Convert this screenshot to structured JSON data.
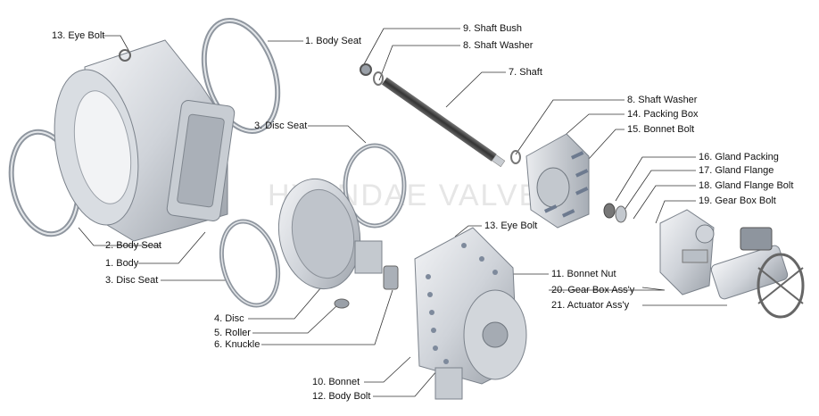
{
  "watermark": "HYUNDAE VALVE",
  "labels": [
    {
      "id": "l13a",
      "text": "13. Eye Bolt"
    },
    {
      "id": "l1a",
      "text": "1. Body Seat"
    },
    {
      "id": "l9",
      "text": "9. Shaft Bush"
    },
    {
      "id": "l8a",
      "text": "8. Shaft Washer"
    },
    {
      "id": "l7",
      "text": "7. Shaft"
    },
    {
      "id": "l8b",
      "text": "8. Shaft Washer"
    },
    {
      "id": "l14",
      "text": "14. Packing Box"
    },
    {
      "id": "l15",
      "text": "15. Bonnet Bolt"
    },
    {
      "id": "l3a",
      "text": "3. Disc Seat"
    },
    {
      "id": "l16",
      "text": "16. Gland Packing"
    },
    {
      "id": "l17",
      "text": "17. Gland Flange"
    },
    {
      "id": "l18",
      "text": "18. Gland Flange Bolt"
    },
    {
      "id": "l19",
      "text": "19. Gear Box Bolt"
    },
    {
      "id": "l13b",
      "text": "13. Eye Bolt"
    },
    {
      "id": "l2",
      "text": "2. Body Seat"
    },
    {
      "id": "l1b",
      "text": "1. Body"
    },
    {
      "id": "l3b",
      "text": "3. Disc Seat"
    },
    {
      "id": "l11",
      "text": "11. Bonnet Nut"
    },
    {
      "id": "l20",
      "text": "20. Gear Box Ass'y"
    },
    {
      "id": "l21",
      "text": "21. Actuator Ass'y"
    },
    {
      "id": "l4",
      "text": "4. Disc"
    },
    {
      "id": "l5",
      "text": "5. Roller"
    },
    {
      "id": "l6",
      "text": "6. Knuckle"
    },
    {
      "id": "l10",
      "text": "10. Bonnet"
    },
    {
      "id": "l12",
      "text": "12. Body Bolt"
    }
  ]
}
